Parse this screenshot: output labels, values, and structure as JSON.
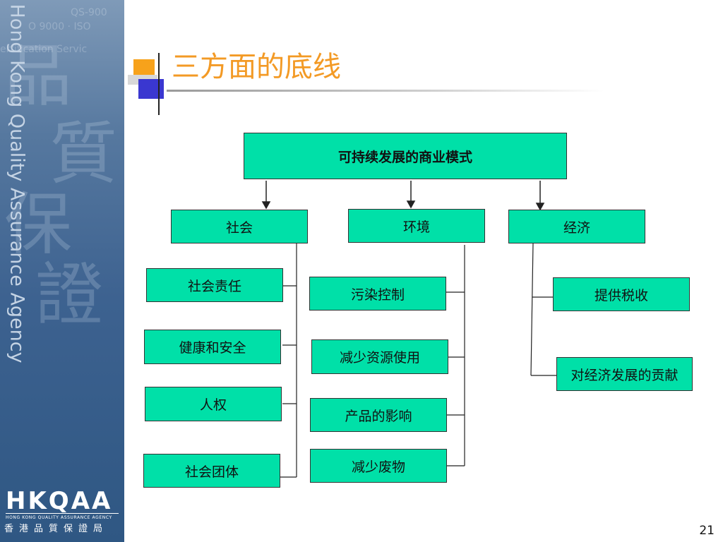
{
  "slide": {
    "title": "三方面的底线",
    "page_number": "21"
  },
  "brand": {
    "vertical_text": "Hong Kong Quality Assurance Agency",
    "logo_word": "HKQAA",
    "logo_sub": "HONG KONG QUALITY ASSURANCE AGENCY",
    "logo_cn": "香港品質保證局"
  },
  "diagram": {
    "root": "可持续发展的商业模式",
    "branches": [
      {
        "label": "社会",
        "items": [
          "社会责任",
          "健康和安全",
          "人权",
          "社会团体"
        ]
      },
      {
        "label": "环境",
        "items": [
          "污染控制",
          "减少资源使用",
          "产品的影响",
          "减少废物"
        ]
      },
      {
        "label": "经济",
        "items": [
          "提供税收",
          "对经济发展的贡献"
        ]
      }
    ]
  },
  "colors": {
    "box_fill": "#00e0a8",
    "title": "#f39a25",
    "sidebar": "#3d6290"
  }
}
